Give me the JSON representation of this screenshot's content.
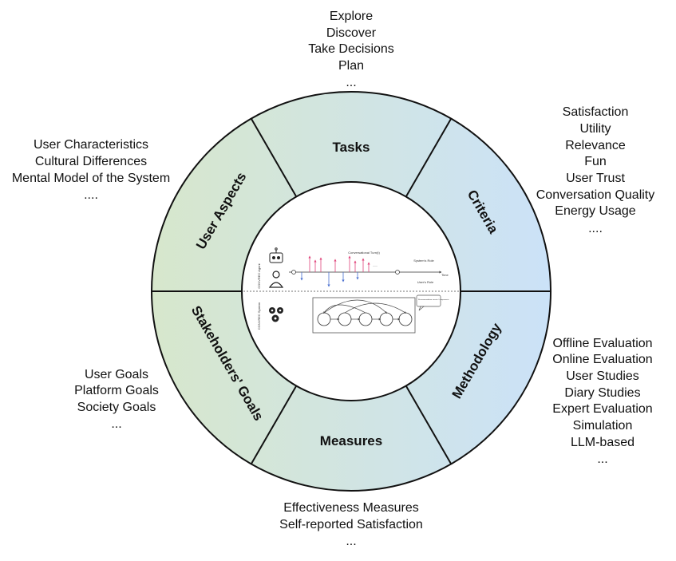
{
  "segments": {
    "tasks": "Tasks",
    "criteria": "Criteria",
    "methodology": "Methodology",
    "measures": "Measures",
    "stakeholders_goals": "Stakeholders' Goals",
    "user_aspects": "User Aspects"
  },
  "lists": {
    "tasks": [
      "Explore",
      "Discover",
      "Take Decisions",
      "Plan",
      "..."
    ],
    "criteria": [
      "Satisfaction",
      "Utility",
      "Relevance",
      "Fun",
      "User Trust",
      "Conversation Quality",
      "Energy Usage",
      "...."
    ],
    "methodology": [
      "Offline Evaluation",
      "Online Evaluation",
      "User Studies",
      "Diary Studies",
      "Expert Evaluation",
      "Simulation",
      "LLM-based",
      "..."
    ],
    "measures": [
      "Effectiveness Measures",
      "Self-reported Satisfaction",
      "..."
    ],
    "stakeholders_goals": [
      "User Goals",
      "Platform Goals",
      "Society Goals",
      "..."
    ],
    "user_aspects": [
      "User Characteristics",
      "Cultural Differences",
      "Mental Model of the System",
      "...."
    ]
  },
  "center": {
    "top_caption": "Conversational Turn(t)",
    "system_role": "System's Role",
    "user_role": "User's Role",
    "time_label": "Time",
    "agent_label": "CONVREC Agent",
    "system_label": "CONVREC System",
    "dots": "......",
    "note": "Recommendation service / components"
  },
  "colors": {
    "ring_green": "#d8e7cf",
    "ring_blue": "#cce3f6",
    "outline": "#111111",
    "arrow_pink": "#e0457b",
    "arrow_blue": "#4a6fd0"
  }
}
